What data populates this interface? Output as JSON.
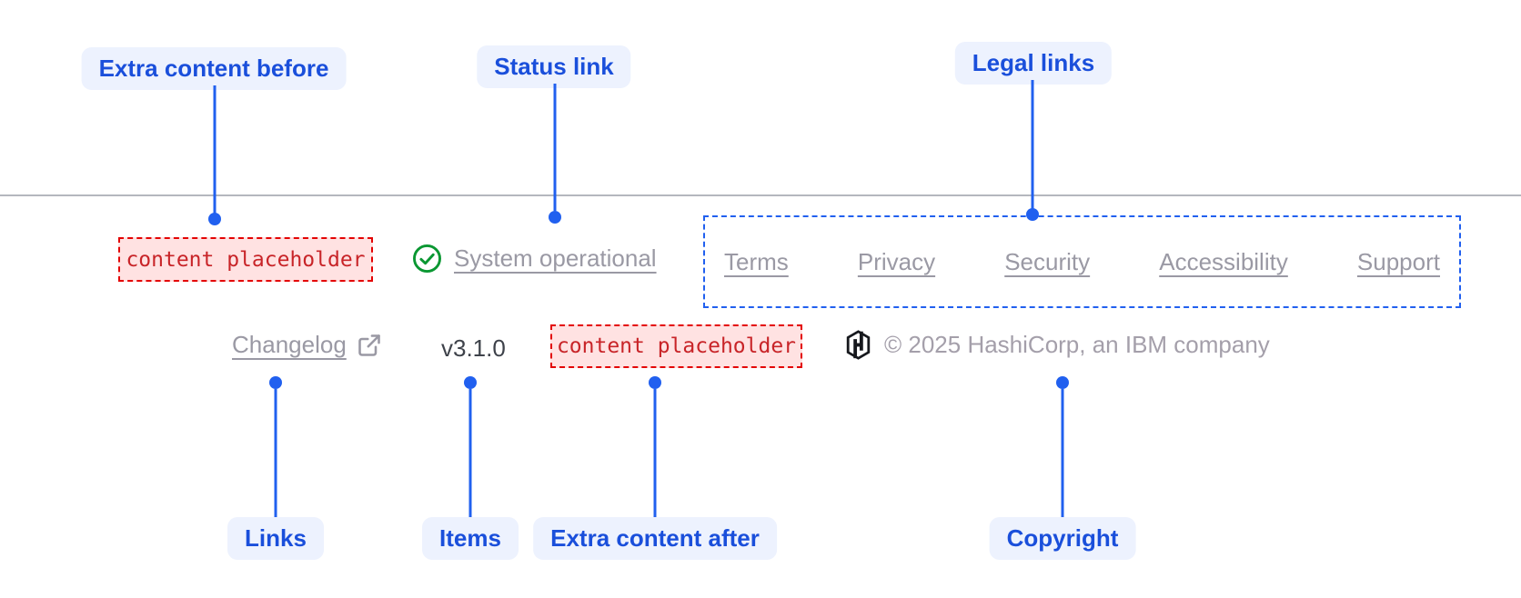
{
  "annotations": {
    "top": [
      {
        "label": "Extra content before"
      },
      {
        "label": "Status link"
      },
      {
        "label": "Legal links"
      }
    ],
    "bottom": [
      {
        "label": "Links"
      },
      {
        "label": "Items"
      },
      {
        "label": "Extra content after"
      },
      {
        "label": "Copyright"
      }
    ]
  },
  "footer": {
    "extra_content_before": {
      "text": "content placeholder"
    },
    "status": {
      "label": "System operational",
      "icon": "check-circle"
    },
    "legal": {
      "links": [
        "Terms",
        "Privacy",
        "Security",
        "Accessibility",
        "Support"
      ]
    },
    "links": {
      "changelog_label": "Changelog",
      "changelog_icon": "external-link"
    },
    "version": "v3.1.0",
    "extra_content_after": {
      "text": "content placeholder"
    },
    "copyright": {
      "logo": "hashicorp-logo",
      "text": "© 2025 HashiCorp, an IBM company"
    }
  },
  "colors": {
    "annotation_accent": "#2160ef",
    "annotation_text": "#1a4fdb",
    "annotation_pill_bg": "#edf2fe",
    "placeholder_bg": "#ffe2e2",
    "placeholder_border": "#e30000",
    "placeholder_text": "#c82428",
    "muted_link": "#9a99a4",
    "version_text": "#3e424a",
    "copyright_text": "#a49faa",
    "divider": "#b4b7be",
    "success_green": "#0a9732",
    "logo_black": "#16181d"
  }
}
